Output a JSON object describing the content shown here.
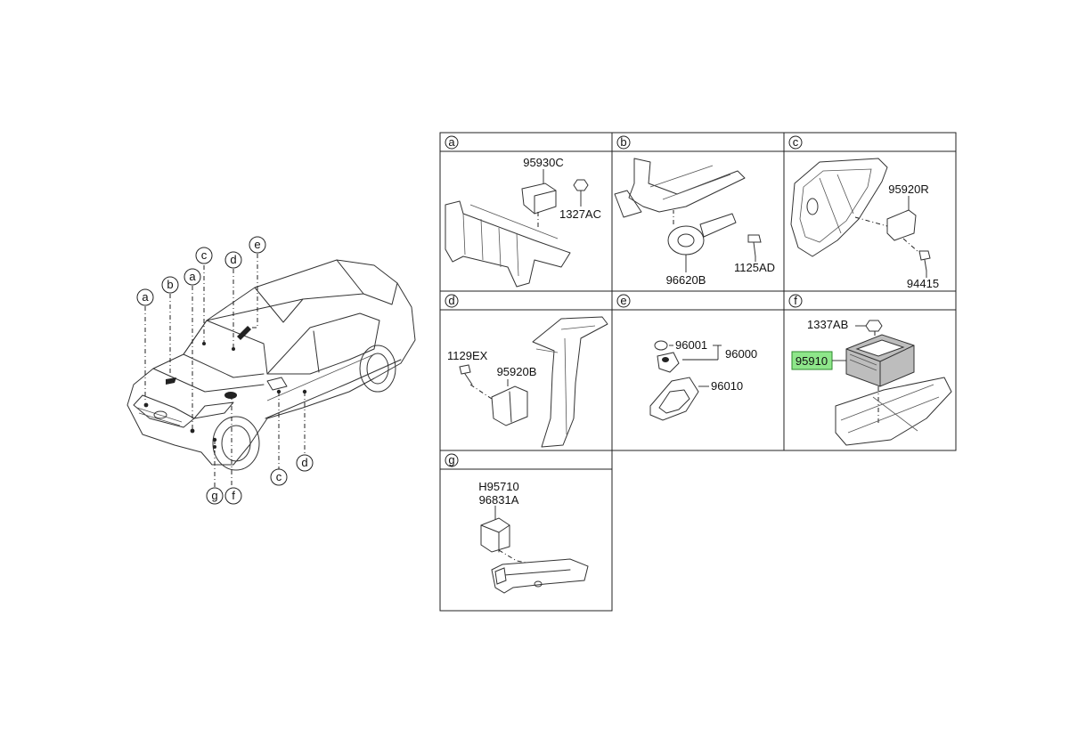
{
  "panels": [
    {
      "id": "a",
      "parts": [
        "95930C",
        "1327AC"
      ]
    },
    {
      "id": "b",
      "parts": [
        "96620B",
        "1125AD"
      ]
    },
    {
      "id": "c",
      "parts": [
        "95920R",
        "94415"
      ]
    },
    {
      "id": "d",
      "parts": [
        "1129EX",
        "95920B"
      ]
    },
    {
      "id": "e",
      "parts": [
        "96001",
        "96000",
        "96010"
      ]
    },
    {
      "id": "f",
      "parts": [
        "1337AB",
        "95910"
      ]
    },
    {
      "id": "g",
      "parts": [
        "H95710",
        "96831A"
      ]
    }
  ],
  "car_callouts": {
    "top": [
      "a",
      "b",
      "a",
      "c",
      "d",
      "e"
    ],
    "bottom": [
      "g",
      "f",
      "c",
      "d"
    ]
  },
  "highlight_color": "#8ee68a"
}
